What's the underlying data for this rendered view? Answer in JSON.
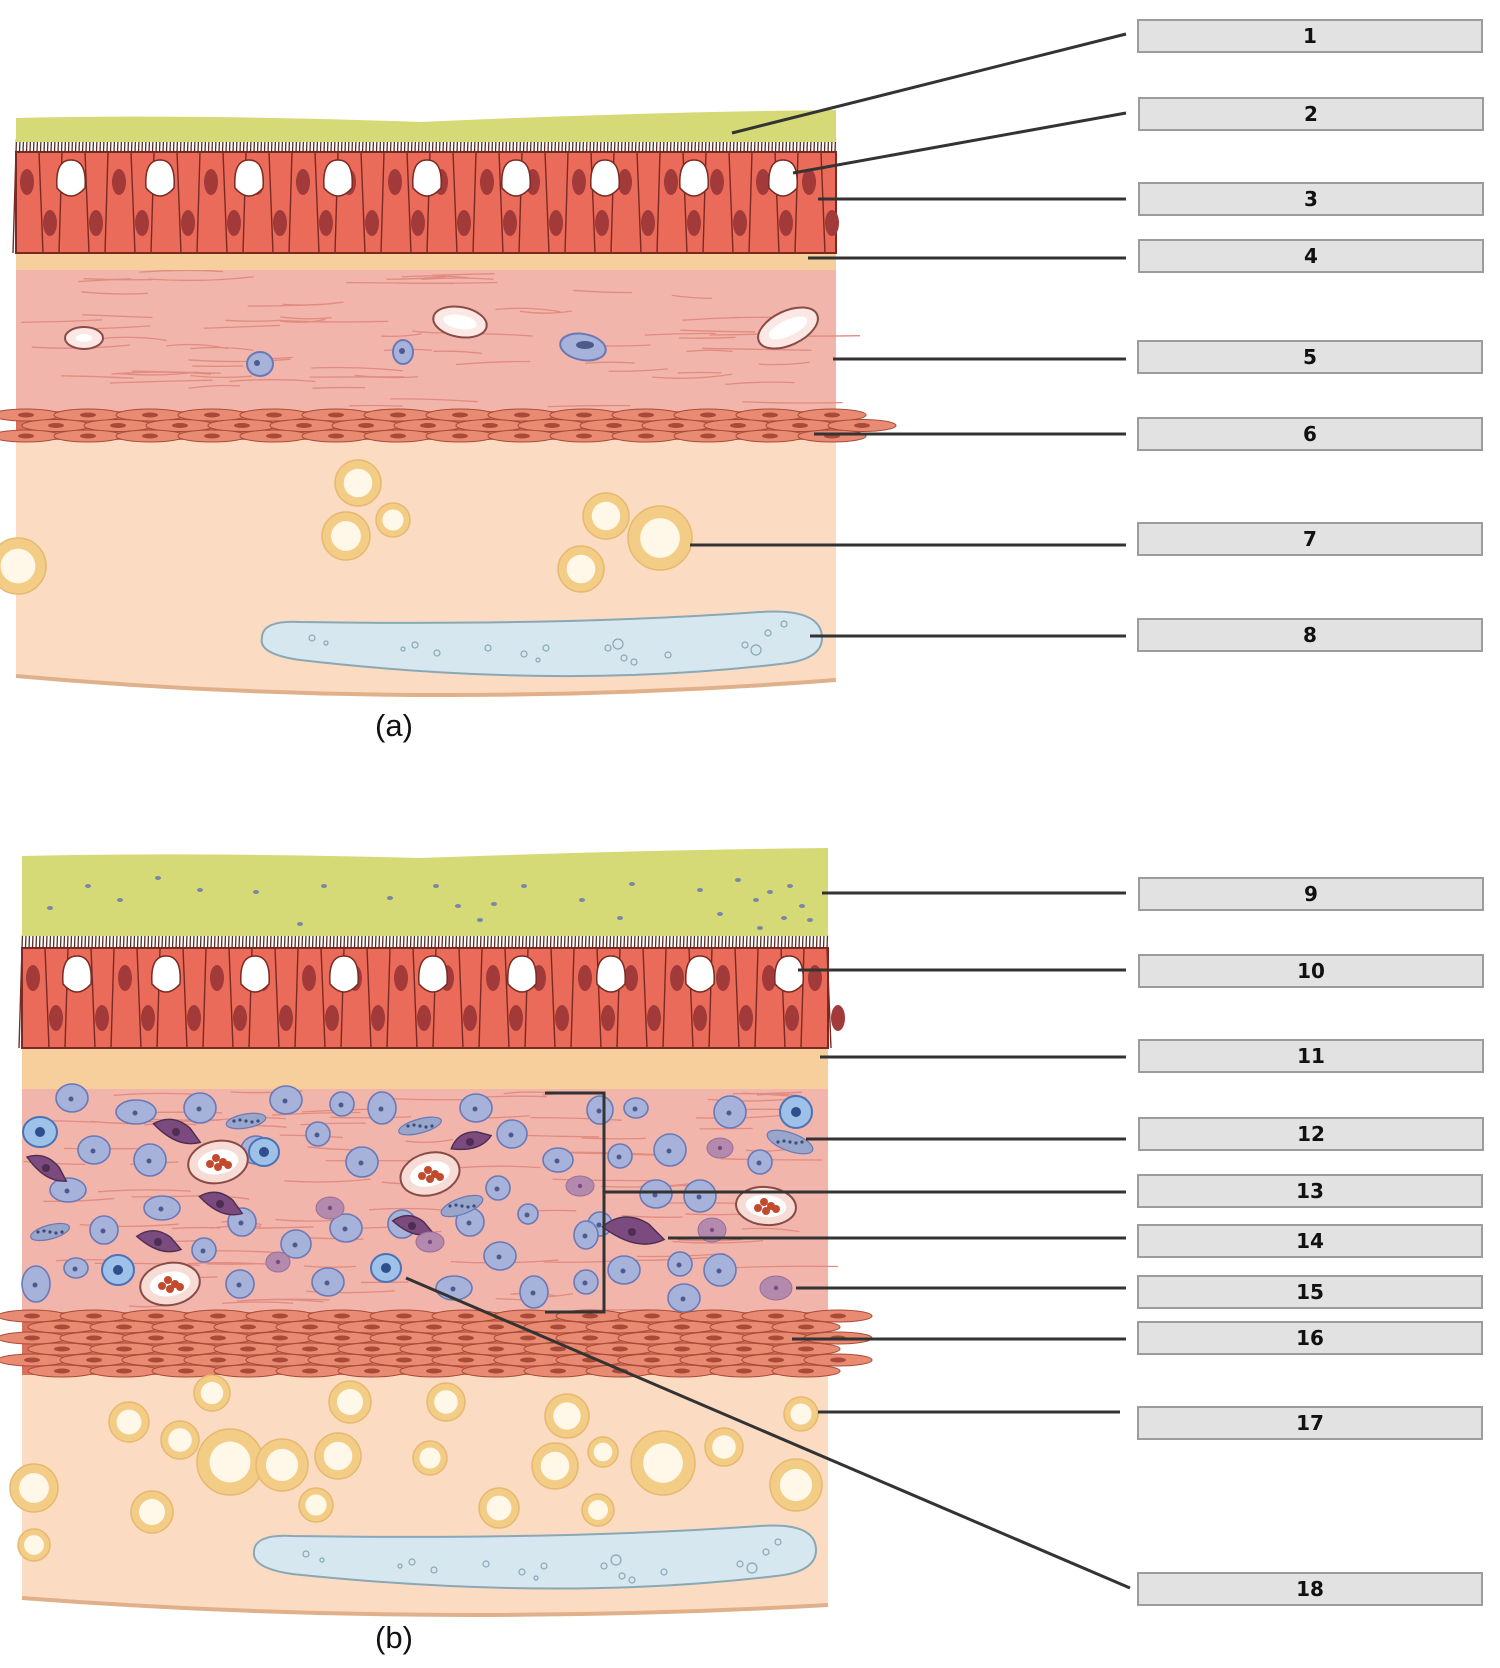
{
  "panels": {
    "a": {
      "caption": "(a)"
    },
    "b": {
      "caption": "(b)"
    }
  },
  "labels": [
    "1",
    "2",
    "3",
    "4",
    "5",
    "6",
    "7",
    "8",
    "9",
    "10",
    "11",
    "12",
    "13",
    "14",
    "15",
    "16",
    "17",
    "18"
  ],
  "colors": {
    "mucus": "#d5da77",
    "epithelium": "#ea6b59",
    "epithelium_outline": "#7a2a22",
    "nucleus": "#a23a3a",
    "goblet": "#ffffff",
    "basement_membrane": "#f6cf9d",
    "lamina_propria": "#f1b5ab",
    "muscularis": "#d9705a",
    "submucosa": "#fbdcc2",
    "adipocyte_ring": "#f3cd86",
    "adipocyte_core": "#fff8e8",
    "gland": "#d6e7ef",
    "immune_cell": "#a6b2da",
    "immune_outline": "#6a79b6",
    "dark_cell": "#7b4a7e",
    "leader_line": "#333333",
    "box_fill": "#e2e2e2",
    "box_border": "#9c9c9c"
  }
}
